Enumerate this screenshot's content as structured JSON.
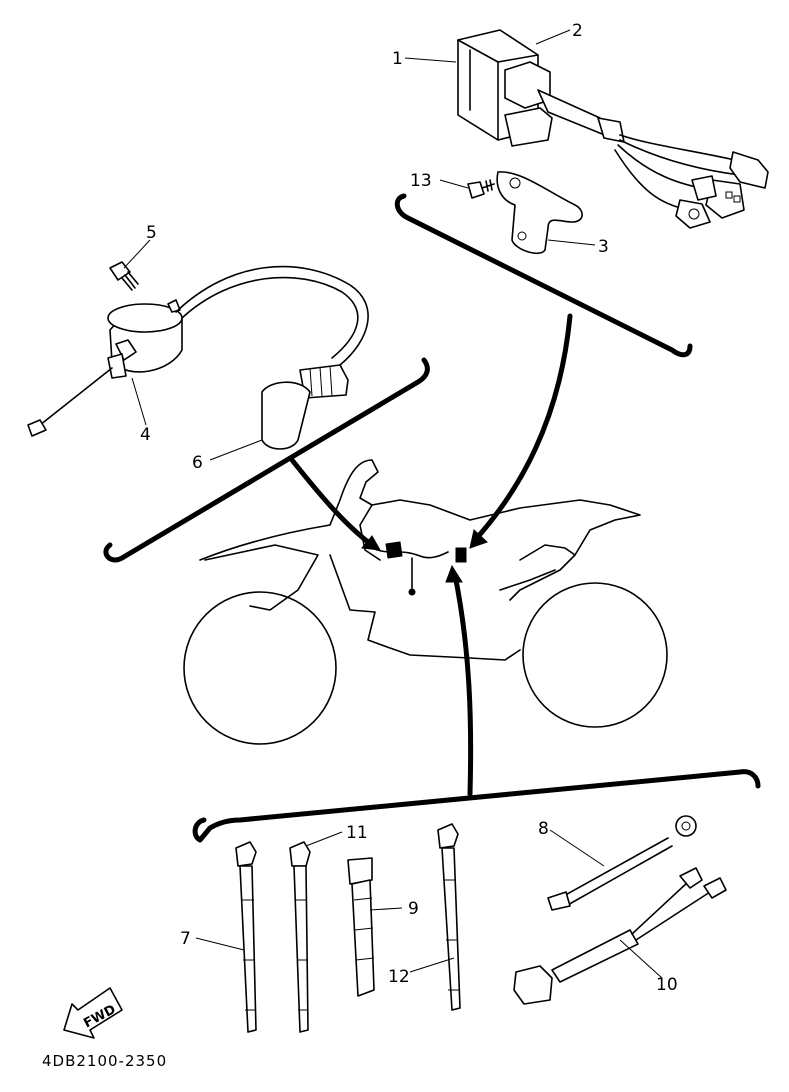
{
  "callouts": {
    "c1": "1",
    "c2": "2",
    "c3": "3",
    "c4": "4",
    "c5": "5",
    "c6": "6",
    "c7": "7",
    "c8": "8",
    "c9": "9",
    "c10": "10",
    "c11": "11",
    "c12": "12",
    "c13": "13"
  },
  "fwd_label": "FWD",
  "drawing_code": "4DB2100-2350",
  "colors": {
    "ink": "#000000",
    "paper": "#ffffff"
  }
}
